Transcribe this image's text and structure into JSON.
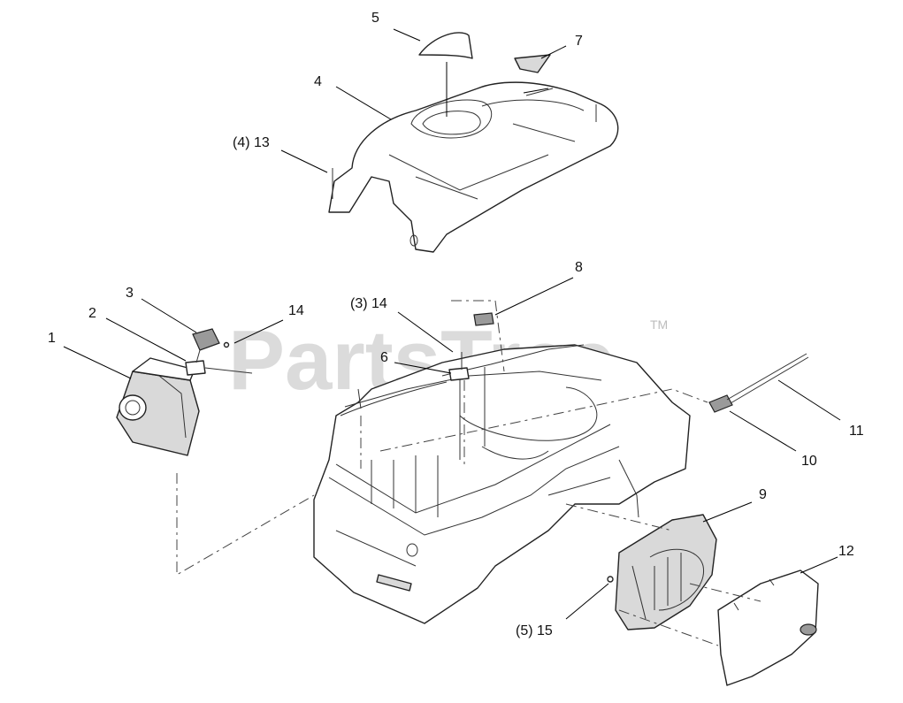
{
  "watermark": {
    "text": "PartsTree",
    "trademark": "TM"
  },
  "callouts": {
    "c1": "1",
    "c2": "2",
    "c3": "3",
    "c4": "4",
    "c5": "5",
    "c6": "6",
    "c7": "7",
    "c8": "8",
    "c9": "9",
    "c10": "10",
    "c11": "11",
    "c12": "12",
    "c13": "(4) 13",
    "c14a": "14",
    "c14b": "(3) 14",
    "c15": "(5) 15"
  }
}
